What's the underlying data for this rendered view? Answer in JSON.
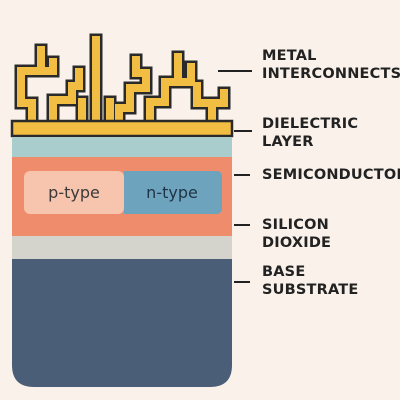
{
  "labels": {
    "metal_interconnects": [
      "METAL",
      "INTERCONNECTS"
    ],
    "dielectric_layer": [
      "DIELECTRIC",
      "LAYER"
    ],
    "semiconductor": "SEMICONDUCTOR",
    "silicon_dioxide": "SILICON DIOXIDE",
    "base_substrate": [
      "BASE",
      "SUBSTRATE"
    ]
  },
  "regions": {
    "p_type": "p-type",
    "n_type": "n-type"
  },
  "colors": {
    "background": "#f9f1ea",
    "metal": "#f2bd43",
    "outline": "#2a2a2a",
    "dielectric": "#a9cccc",
    "semiconductor": "#ee8c6c",
    "p_type": "#f7c4ad",
    "n_type": "#6ea3be",
    "silicon_dioxide": "#d4d4cc",
    "substrate": "#4a5e78"
  }
}
